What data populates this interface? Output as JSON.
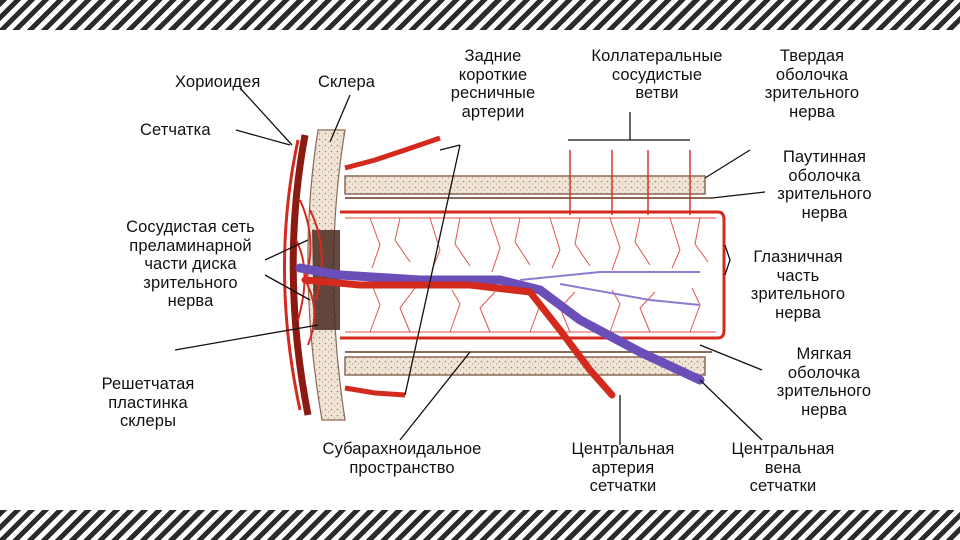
{
  "labels": {
    "chorioidea": "Хориоидея",
    "sclera": "Склера",
    "retina": "Сетчатка",
    "posterior_ciliary_arteries": "Задние\nкороткие\nресничные\nартерии",
    "collateral_branches": "Коллатеральные\nсосудистые\nветви",
    "dura_mater": "Твердая\nоболочка\nзрительного\nнерва",
    "arachnoid": "Паутинная\nоболочка\nзрительного\nнерва",
    "prelaminar_network": "Сосудистая сеть\nпреламинарной\nчасти диска\nзрительного\nнерва",
    "orbital_part": "Глазничная\nчасть\nзрительного\nнерва",
    "pia_mater": "Мягкая\nоболочка\nзрительного\nнерва",
    "lamina_cribrosa": "Решетчатая\nпластинка\nсклеры",
    "subarachnoid_space": "Субарахноидальное\nпространство",
    "central_artery": "Центральная\nартерия\nсетчатки",
    "central_vein": "Центральная\nвена\nсетчатки"
  },
  "colors": {
    "artery": "#d42a1e",
    "vein": "#6b4fb8",
    "sheath": "#8a6a55",
    "sheath_fill": "#e9dccb",
    "line": "#111111"
  }
}
